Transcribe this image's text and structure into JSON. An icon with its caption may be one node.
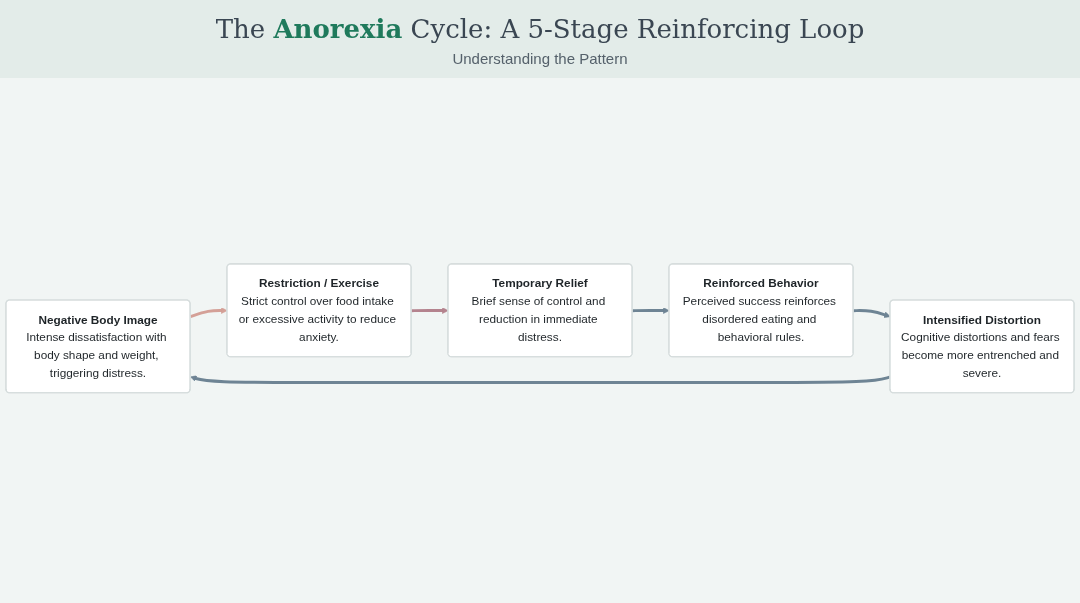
{
  "diagram": {
    "title": "The **Anorexia** Cycle: A 5-Stage Reinforcing Loop",
    "nodes": [
      {
        "text": [
          "Negative Body Image",
          "Intense dissatisfaction with body shape and weight, triggering distress."
        ]
      },
      {
        "text": [
          "Restriction / Exercise",
          "Strict control over food intake or excessive activity to reduce anxiety."
        ]
      },
      {
        "text": [
          "Temporary Relief",
          "Brief sense of control and reduction in immediate distress."
        ]
      },
      {
        "text": [
          "Reinforced Behavior",
          "Perceived success reinforces disordered eating and behavioral rules."
        ]
      },
      {
        "text": [
          "Intensified Distortion",
          "Cognitive distortions and fears become more entrenched and severe."
        ]
      }
    ],
    "edges": [
      {
        "from": 0,
        "to": 1,
        "arrow": "to",
        "color": "#d4a097"
      },
      {
        "from": 1,
        "to": 2,
        "arrow": "to",
        "color": "#b4838e"
      },
      {
        "from": 2,
        "to": 3,
        "arrow": "to"
      },
      {
        "from": 3,
        "to": 4,
        "arrow": "to"
      },
      {
        "from": 4,
        "to": 0,
        "arrow": "to"
      }
    ],
    "labels": [
      "Understanding the Pattern"
    ]
  }
}
